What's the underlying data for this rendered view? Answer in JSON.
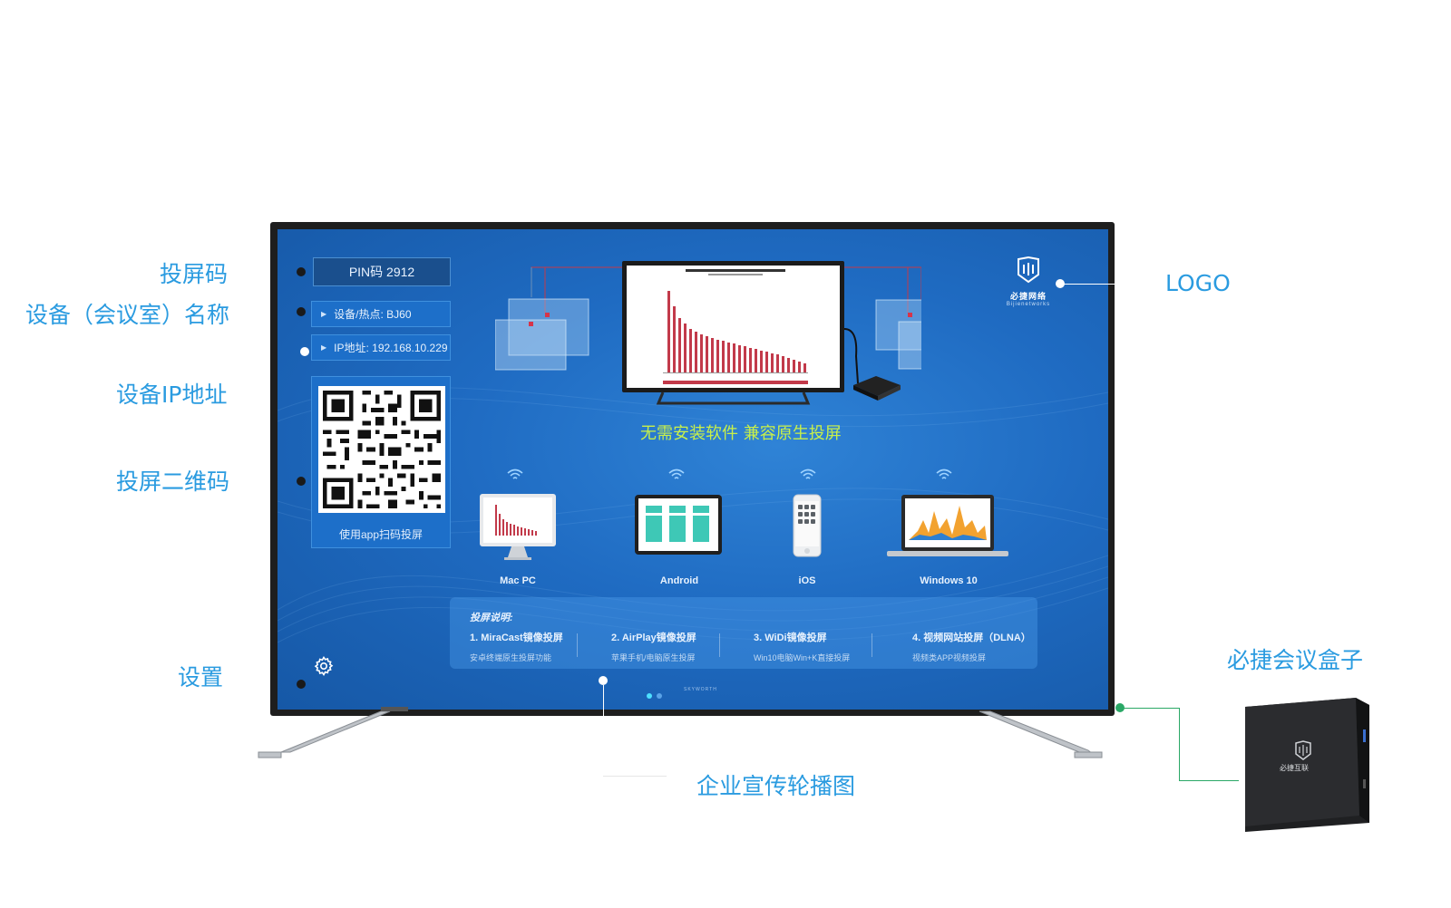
{
  "callouts": {
    "pin_code": "投屏码",
    "device_name": "设备（会议室）名称",
    "device_ip": "设备IP地址",
    "qr_code": "投屏二维码",
    "settings": "设置",
    "logo": "LOGO",
    "box": "必捷会议盒子",
    "carousel": "企业宣传轮播图"
  },
  "screen": {
    "pin": "PIN码 2912",
    "device": "设备/热点: BJ60",
    "ip": "IP地址: 192.168.10.229",
    "qr_caption": "使用app扫码投屏",
    "headline": "无需安装软件    兼容原生投屏",
    "logo_text": "必捷网络",
    "logo_sub": "Bijienetworks",
    "devices": [
      "Mac PC",
      "Android",
      "iOS",
      "Windows 10"
    ],
    "instructions": {
      "title": "投屏说明:",
      "items": [
        {
          "title": "1. MiraCast镜像投屏",
          "desc": "安卓终端原生投屏功能"
        },
        {
          "title": "2. AirPlay镜像投屏",
          "desc": "苹果手机/电脑原生投屏"
        },
        {
          "title": "3. WiDi镜像投屏",
          "desc": "Win10电脑Win+K直接投屏"
        },
        {
          "title": "4. 视频网站投屏（DLNA）",
          "desc": "视频类APP视频投屏"
        }
      ]
    },
    "brand_strip": "SKYWORTH"
  },
  "box_label": "必捷互联",
  "colors": {
    "callout": "#2a9be0",
    "screen_bg": "#1f6bc2",
    "headline": "#c8f04a",
    "connector_green": "#2aa866"
  },
  "icons": [
    "gear-icon",
    "logo-icon",
    "wifi-icon",
    "qr-code-icon"
  ]
}
